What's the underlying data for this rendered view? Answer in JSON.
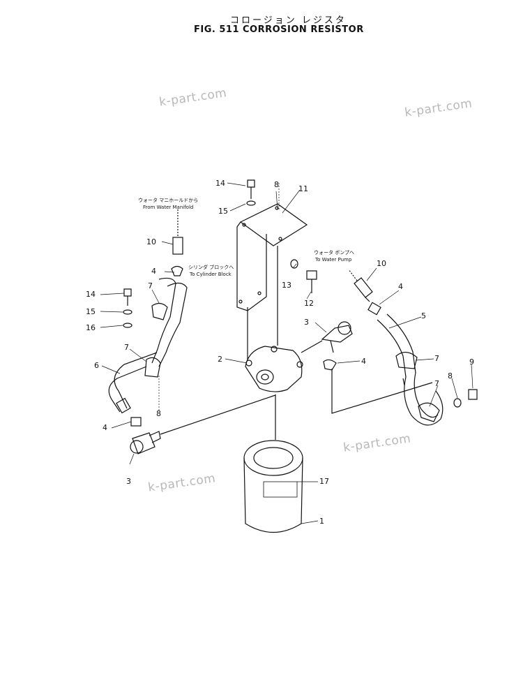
{
  "title_jp": "コロージョン レジスタ",
  "title_en": "FIG. 511  CORROSION  RESISTOR",
  "watermark": "k-part.com",
  "notes": {
    "water_manifold_jp": "ウォータ マニホールドから",
    "water_manifold_en": "From Water Manifold",
    "cylinder_block_jp": "シリンダ ブロックへ",
    "cylinder_block_en": "To Cylinder Block",
    "water_pump_jp": "ウォータ ポンプへ",
    "water_pump_en": "To Water Pump"
  },
  "callouts": [
    "1",
    "2",
    "3",
    "3",
    "4",
    "4",
    "4",
    "4",
    "5",
    "6",
    "7",
    "7",
    "7",
    "7",
    "8",
    "8",
    "8",
    "9",
    "10",
    "10",
    "11",
    "12",
    "13",
    "14",
    "14",
    "15",
    "15",
    "16",
    "17"
  ]
}
